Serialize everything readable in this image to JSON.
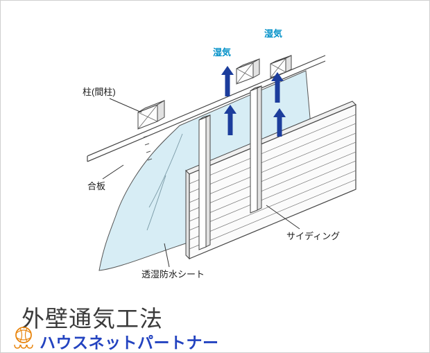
{
  "diagram": {
    "labels": {
      "pillar": "柱(間柱)",
      "plywood": "合板",
      "sheet": "透湿防水シート",
      "siding": "サイディング",
      "moisture_1": "湿気",
      "moisture_2": "湿気"
    },
    "colors": {
      "sheet_fill": "#d7edf5",
      "arrow": "#1c3d9c",
      "moisture_text": "#0090c8",
      "outline": "#444444"
    }
  },
  "footer": {
    "title": "外壁通気工法",
    "brand": "ハウスネットパートナー",
    "brand_color": "#2343c0",
    "logo_color": "#e8850e"
  }
}
